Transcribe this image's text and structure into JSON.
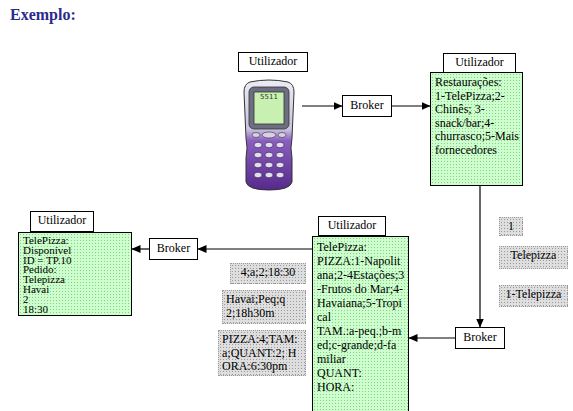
{
  "diagram": {
    "title": "Exemplo:",
    "nodes": [
      {
        "text": [
          "Utilizador"
        ]
      },
      {
        "text": [
          "Utilizador"
        ]
      },
      {
        "text": [
          "5511"
        ]
      },
      {
        "text": [
          "Broker"
        ]
      },
      {
        "text": [
          "Restaurações:",
          "1-TelePizza;2-Chinês; 3-snack/bar;4-churrasco;5-Mais fornecedores"
        ]
      },
      {
        "text": [
          "1"
        ]
      },
      {
        "text": [
          "Utilizador"
        ]
      },
      {
        "text": [
          "Utilizador"
        ]
      },
      {
        "text": [
          "TelePizza:",
          "Disponível",
          "ID = TP.10",
          "Pedido:",
          "Telepizza",
          "Havai",
          "2",
          "18:30"
        ]
      },
      {
        "text": [
          "Broker"
        ]
      },
      {
        "text": [
          "TelePizza:",
          "PIZZA:1-Napolitana;2-4Estações;3-Frutos do Mar;4-Havaiana;5-Tropical",
          "TAM.:a-peq.;b-med;c-grande;d-familiar",
          "QUANT:",
          "HORA:"
        ]
      },
      {
        "text": [
          "Telepizza"
        ]
      },
      {
        "text": [
          "4;a;2;18:30"
        ]
      },
      {
        "text": [
          "1-Telepizza"
        ]
      },
      {
        "text": [
          "Havai;Peq;q 2;18h30m"
        ]
      },
      {
        "text": [
          "Broker"
        ]
      },
      {
        "text": [
          "PIZZA:4;TAM:a;QUANT:2; HORA:6:30pm"
        ]
      }
    ],
    "edges": [
      {
        "from": 2,
        "to": 3,
        "arrow": "to"
      },
      {
        "from": 3,
        "to": 4,
        "arrow": "to"
      },
      {
        "from": 4,
        "to": 15,
        "arrow": "to"
      },
      {
        "from": 15,
        "to": 10,
        "arrow": "to"
      },
      {
        "from": 10,
        "to": 9,
        "arrow": "to"
      },
      {
        "from": 9,
        "to": 8,
        "arrow": "to"
      }
    ]
  }
}
